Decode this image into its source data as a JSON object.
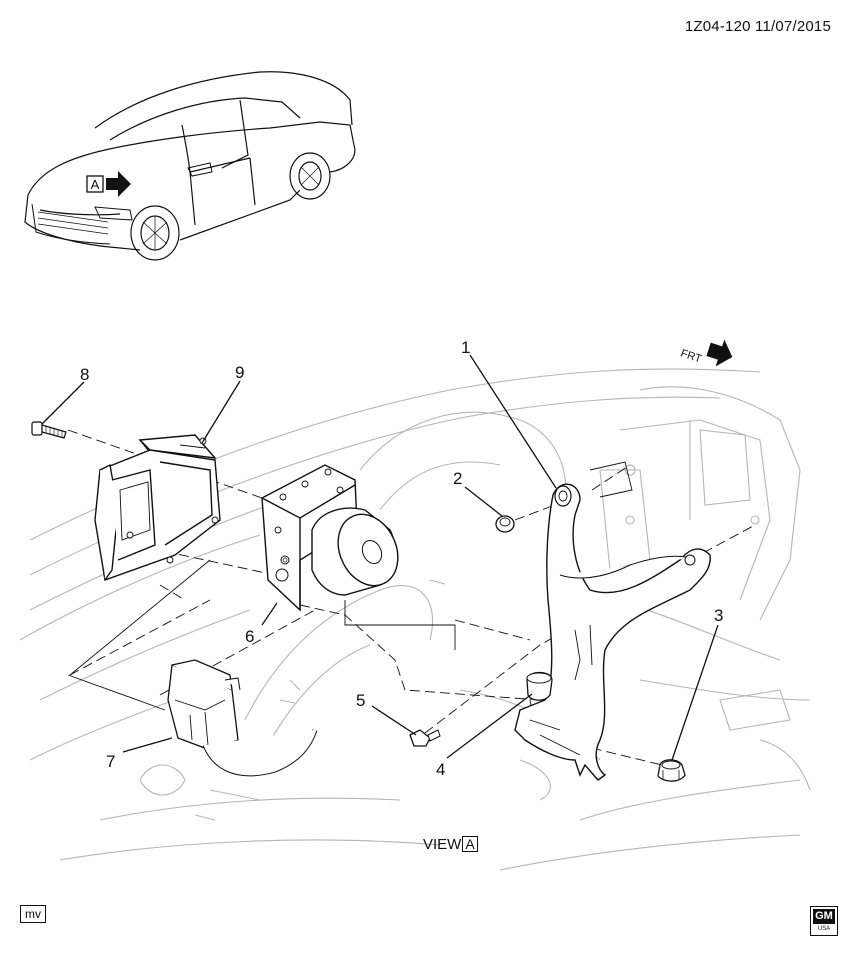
{
  "header": {
    "diagram_id": "1Z04-120 11/07/2015"
  },
  "callouts": [
    "1",
    "2",
    "3",
    "4",
    "5",
    "6",
    "7",
    "8",
    "9"
  ],
  "view": {
    "label": "VIEW",
    "letter": "A"
  },
  "vehicle_view_marker": "A",
  "front_marker": "FRT",
  "footer": {
    "code": "mv",
    "logo": "GM",
    "logo_sub": "USA"
  },
  "colors": {
    "line": "#111111",
    "ghost": "#b5b5b5",
    "background": "#ffffff"
  }
}
